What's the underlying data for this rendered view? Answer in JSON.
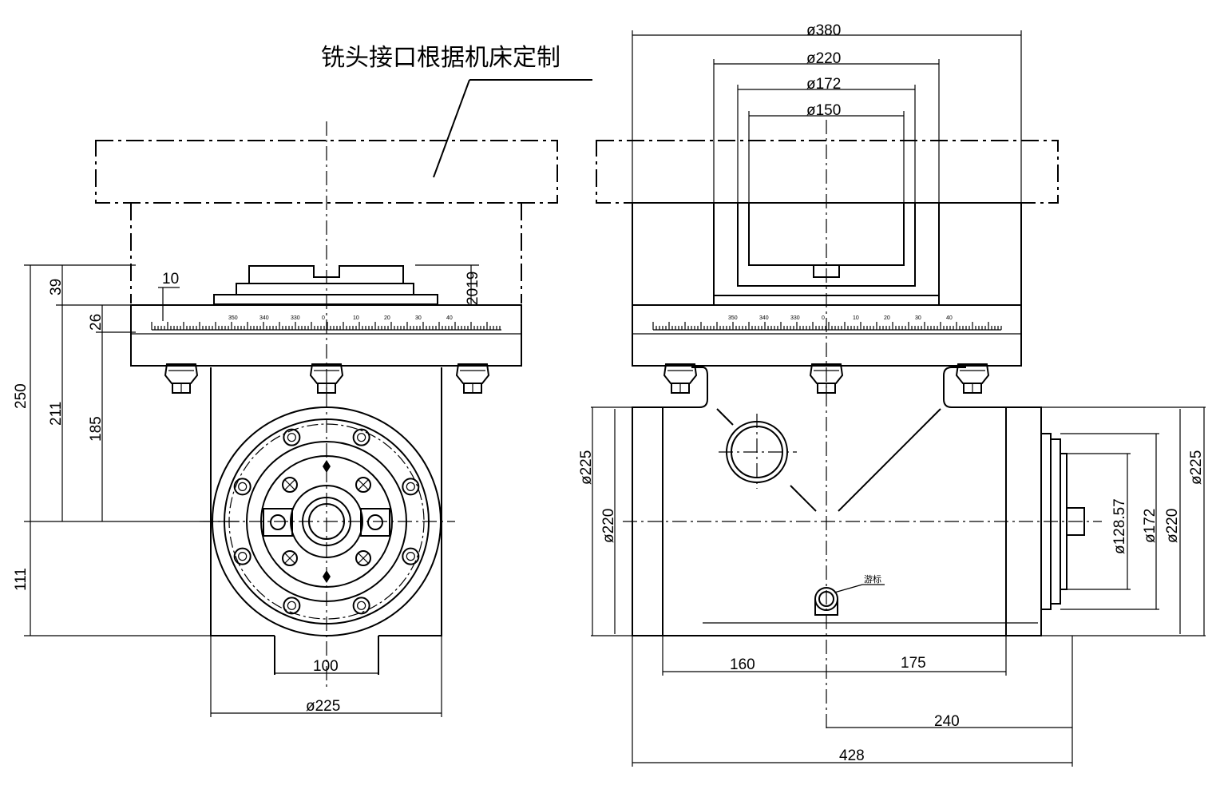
{
  "note": "铣头接口根据机床定制",
  "left_view": {
    "height_dims": [
      "250",
      "211",
      "185",
      "111"
    ],
    "top_dims": [
      "39",
      "26",
      "10",
      "2019"
    ],
    "bottom_dims": [
      "100",
      "ø225"
    ]
  },
  "right_view": {
    "top_dims": [
      "ø380",
      "ø220",
      "ø172",
      "ø150"
    ],
    "left_dims": [
      "ø225",
      "ø220"
    ],
    "right_dims": [
      "ø128.57",
      "ø172",
      "ø220",
      "ø225"
    ],
    "bottom_dims": [
      "160",
      "175",
      "240",
      "428"
    ],
    "marker_label": "游标"
  },
  "scale_labels": [
    "350",
    "340",
    "330",
    "0",
    "10",
    "20",
    "30",
    "40"
  ]
}
